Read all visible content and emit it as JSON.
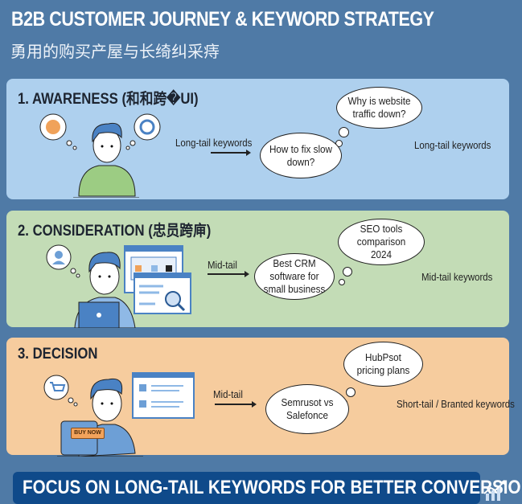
{
  "header": {
    "title": "B2B CUSTOMER JOURNEY & KEYWORD STRATEGY",
    "subtitle": "勇用的购买产屋与长绮纠采痔"
  },
  "stages": [
    {
      "heading": "1. AWARENESS (和和跨�UI)",
      "arrow_label": "Long-tail keywords",
      "bubble_top": "Why is website traffic down?",
      "bubble_bottom": "How to fix slow down?",
      "keyword_type": "Long-tail keywords",
      "color": "#aed0ee"
    },
    {
      "heading": "2. CONSIDERATION (忠员跨庘)",
      "arrow_label": "Mid-tail",
      "bubble_top": "SEO tools comparison 2024",
      "bubble_bottom": "Best CRM software for small business",
      "keyword_type": "Mid-tail keywords",
      "color": "#c3dcb6"
    },
    {
      "heading": "3. DECISION",
      "arrow_label": "Mid-tail",
      "bubble_top": "HubPsot pricing plans",
      "bubble_bottom": "Semrusot vs Salefonce",
      "keyword_type": "Short-tail / Branted keywords",
      "color": "#f6cc9e",
      "buy_button": "BUY NOW"
    }
  ],
  "banner": {
    "text": "FOCUS ON LONG-TAIL KEYWORDS FOR BETTER CONVERSION!",
    "icon": "growth-chart-icon"
  }
}
